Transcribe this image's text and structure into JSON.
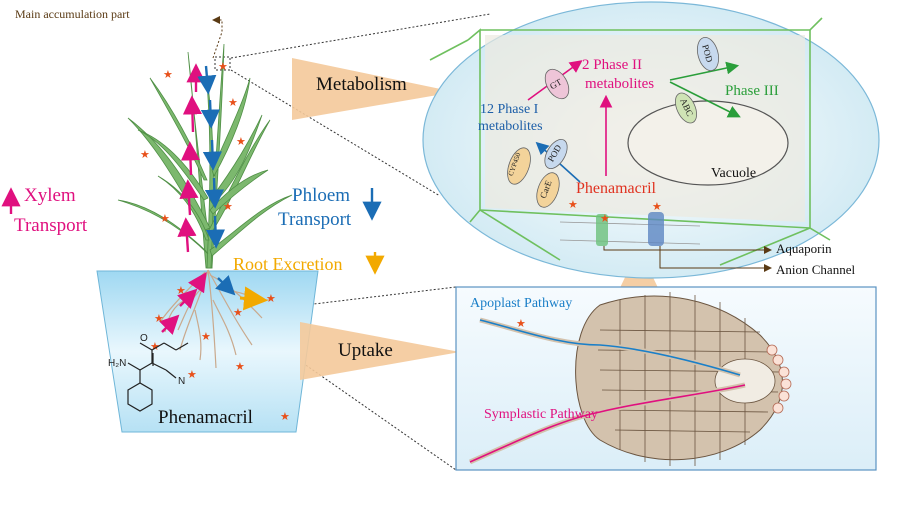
{
  "labels": {
    "main_accumulation": "Main accumulation part",
    "metabolism": "Metabolism",
    "uptake": "Uptake",
    "xylem_line1": "Xylem",
    "xylem_line2": "Transport",
    "phloem_line1": "Phloem",
    "phloem_line2": "Transport",
    "root_excretion": "Root Excretion",
    "phenamacril": "Phenamacril",
    "phase1_line1": "12 Phase I",
    "phase1_line2": "metabolites",
    "phase2_line1": "2 Phase II",
    "phase2_line2": "metabolites",
    "phase3": "Phase III",
    "vacuole": "Vacuole",
    "phenamacril_cell": "Phenamacril",
    "aquaporin": "Aquaporin",
    "anion_channel": "Anion Channel",
    "apoplast": "Apoplast Pathway",
    "symplast": "Symplastic Pathway"
  },
  "enzymes": {
    "gt": "GT",
    "pod_top": "POD",
    "abc": "ABC",
    "cyp450": "CYP450",
    "pod_left": "POD",
    "care": "CarE"
  },
  "molecule": {
    "amine": "H₂N",
    "nitrile_n": "N",
    "carbonyl_o": "O"
  },
  "colors": {
    "xylem": "#e0107f",
    "phloem": "#1b6db5",
    "root_excretion": "#f2a900",
    "phase3": "#2a9e3a",
    "cell_fill": "#e3f3f8",
    "pot_fill": "#bfe6f7",
    "star": "#e8501a"
  }
}
